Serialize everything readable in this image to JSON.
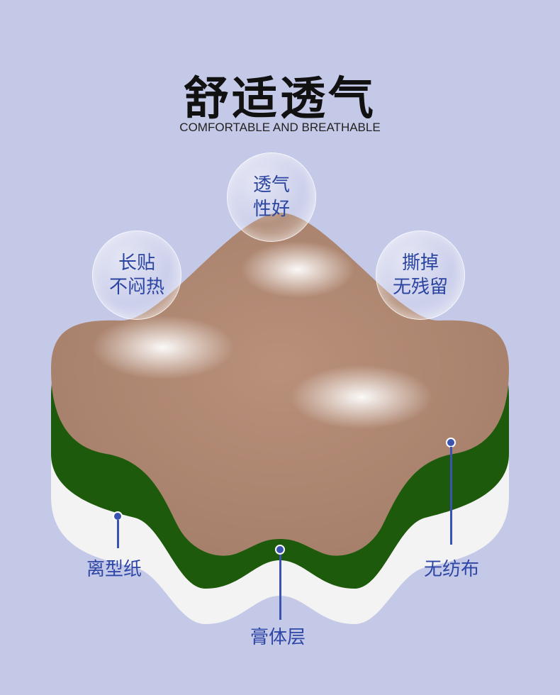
{
  "header": {
    "title": "舒适透气",
    "subtitle": "COMFORTABLE AND BREATHABLE"
  },
  "bubbles": [
    {
      "line1": "透气",
      "line2": "性好"
    },
    {
      "line1": "长贴",
      "line2": "不闷热"
    },
    {
      "line1": "撕掉",
      "line2": "无残留"
    }
  ],
  "layers": [
    {
      "label": "离型纸",
      "color": "#f3f3f3"
    },
    {
      "label": "膏体层",
      "color": "#1e5a0c"
    },
    {
      "label": "无纺布",
      "color": "#b48e78"
    }
  ],
  "colors": {
    "background": "#c5c9e8",
    "accent": "#2e46a6"
  }
}
